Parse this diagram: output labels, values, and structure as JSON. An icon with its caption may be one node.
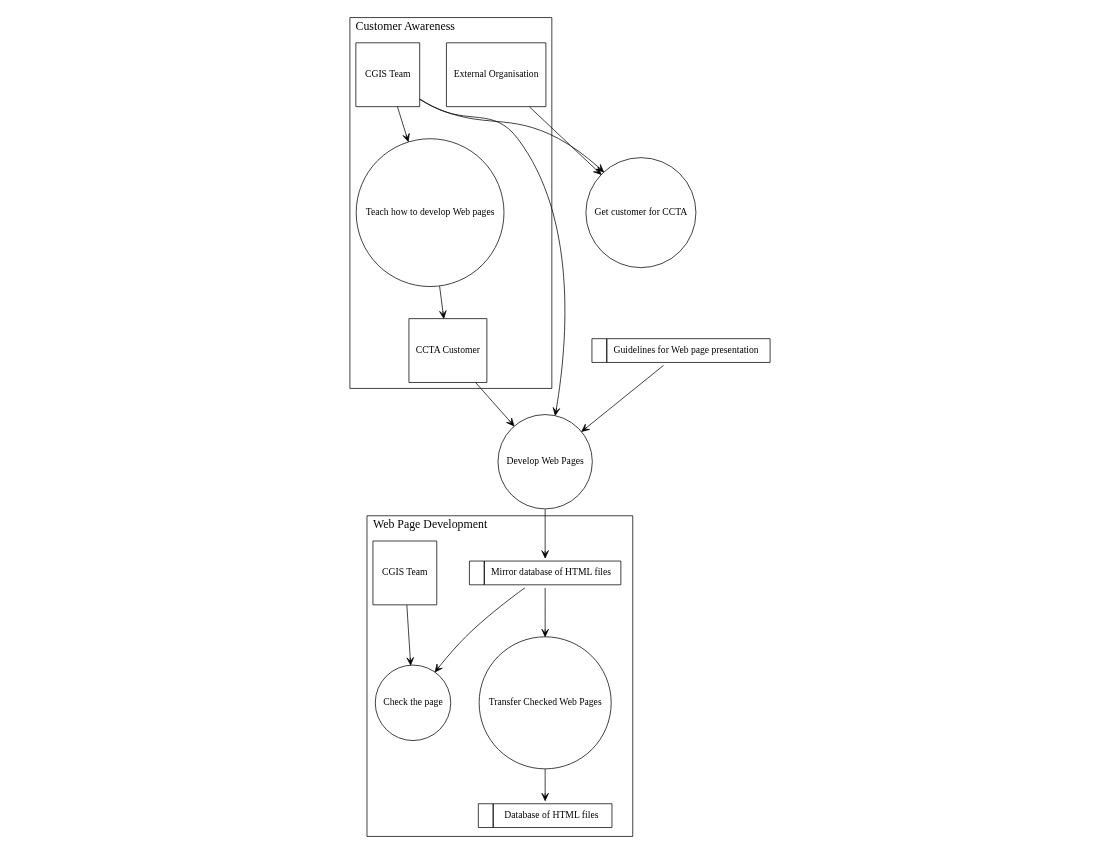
{
  "diagram": {
    "nodes": [
      {
        "text": [
          "Web Page Development"
        ]
      },
      {
        "text": [
          "Database of HTML files"
        ],
        "in": 0
      },
      {
        "text": [
          "Transfer Checked Web Pages"
        ],
        "in": 0
      },
      {
        "text": [
          "Mirror database of HTML files"
        ],
        "in": 0
      },
      {
        "text": [
          "Check the page"
        ],
        "in": 0
      },
      {
        "text": [
          "CGIS Team"
        ],
        "in": 0
      },
      {
        "text": [
          "Customer Awareness"
        ]
      },
      {
        "text": [
          "Teach how to develop Web pages"
        ],
        "in": 6
      },
      {
        "text": [
          "External Organisation"
        ],
        "in": 6
      },
      {
        "text": [
          "CCTA Customer"
        ],
        "in": 6
      },
      {
        "text": [
          "CGIS Team"
        ],
        "in": 6
      },
      {
        "text": [
          "Get customer for CCTA"
        ]
      },
      {
        "text": [
          "Develop Web Pages"
        ]
      },
      {
        "text": [
          "Guidelines for Web page presentation"
        ]
      }
    ],
    "edges": [
      {
        "from": 2,
        "to": 1,
        "arrow": "to"
      },
      {
        "from": 3,
        "to": 2,
        "arrow": "to"
      },
      {
        "from": 3,
        "to": 4,
        "arrow": "to"
      },
      {
        "from": 5,
        "to": 4,
        "arrow": "to"
      },
      {
        "from": 12,
        "to": 3,
        "arrow": "to"
      },
      {
        "from": 7,
        "to": 9,
        "arrow": "to"
      },
      {
        "from": 10,
        "to": 7,
        "arrow": "to"
      },
      {
        "from": 8,
        "to": 11,
        "arrow": "to"
      },
      {
        "from": 10,
        "to": 11,
        "arrow": "to"
      },
      {
        "from": 9,
        "to": 12,
        "arrow": "to"
      },
      {
        "from": 10,
        "to": 12,
        "arrow": "to"
      },
      {
        "from": 13,
        "to": 12,
        "arrow": "to"
      }
    ]
  }
}
